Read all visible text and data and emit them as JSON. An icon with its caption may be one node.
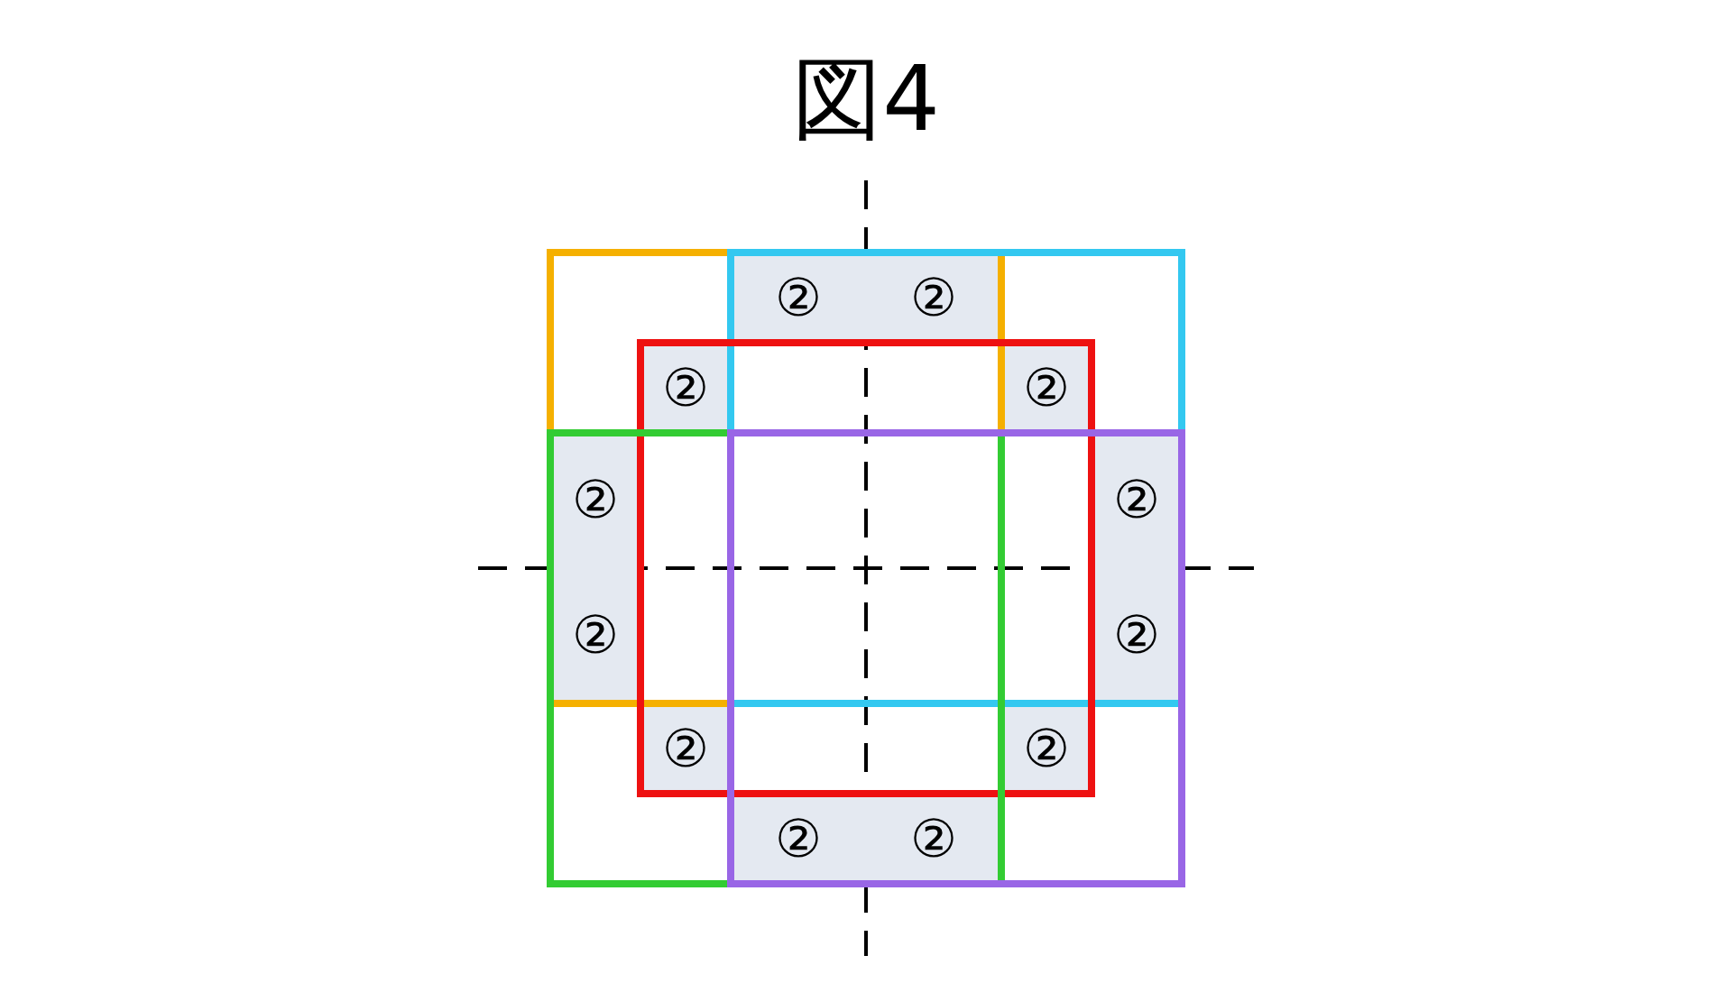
{
  "diagram": {
    "title": "図4",
    "nodes": [
      {
        "text": [],
        "shape": "box"
      },
      {
        "text": [],
        "shape": "box"
      },
      {
        "text": [],
        "shape": "box"
      },
      {
        "text": [],
        "shape": "box"
      },
      {
        "text": [],
        "shape": "box"
      },
      {
        "text": [
          "②",
          "②"
        ]
      },
      {
        "text": [
          "②"
        ]
      },
      {
        "text": [
          "②"
        ]
      },
      {
        "text": [
          "②",
          "②"
        ]
      },
      {
        "text": [
          "②",
          "②"
        ]
      },
      {
        "text": [
          "②"
        ]
      },
      {
        "text": [
          "②"
        ]
      },
      {
        "text": [
          "②",
          "②"
        ]
      }
    ],
    "edges": []
  }
}
